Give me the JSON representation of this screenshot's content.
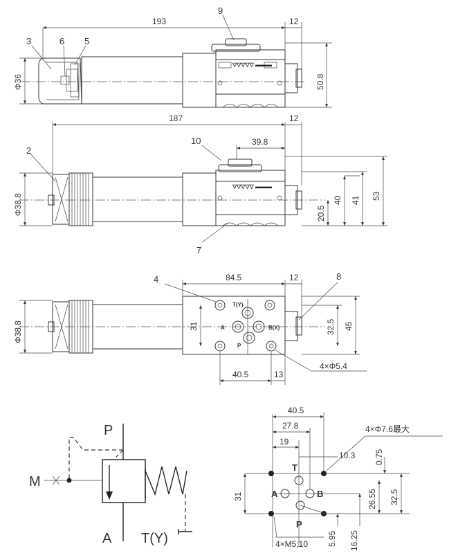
{
  "views": {
    "top": {
      "dims": {
        "length": "193",
        "nut": "12",
        "height": "50.8",
        "diameter": "Φ36"
      },
      "parts": [
        "3",
        "6",
        "5",
        "9"
      ]
    },
    "front": {
      "dims": {
        "length": "187",
        "nut": "12",
        "offset": "39.8",
        "h1": "20.5",
        "h2": "40",
        "h3": "41",
        "h4": "53",
        "diameter": "Φ38.8"
      },
      "parts": [
        "10",
        "2",
        "7"
      ]
    },
    "plan": {
      "dims": {
        "width": "84.5",
        "nut": "12",
        "h31": "31",
        "h325": "32.5",
        "h45": "45",
        "w405": "40.5",
        "w13": "13",
        "holes": "4×Φ5.4",
        "diameter": "Φ38.8"
      },
      "parts": [
        "4",
        "8"
      ],
      "ports": {
        "t": "T(Y)",
        "a": "A",
        "b": "B(X)",
        "p": "P"
      }
    },
    "symbol": {
      "p": "P",
      "m": "M",
      "a": "A",
      "t": "T(Y)"
    },
    "interface": {
      "dims": {
        "w405": "40.5",
        "w278": "27.8",
        "w19": "19",
        "w103": "10.3",
        "holes": "4×Φ7.6最大",
        "d075": "0.75",
        "h31": "31",
        "h2655": "26.55",
        "h325": "32.5",
        "h595": "5.95",
        "h1625": "16.25",
        "threads": "4×M5;10"
      },
      "ports": {
        "t": "T",
        "a": "A",
        "b": "B",
        "p": "P"
      }
    }
  }
}
